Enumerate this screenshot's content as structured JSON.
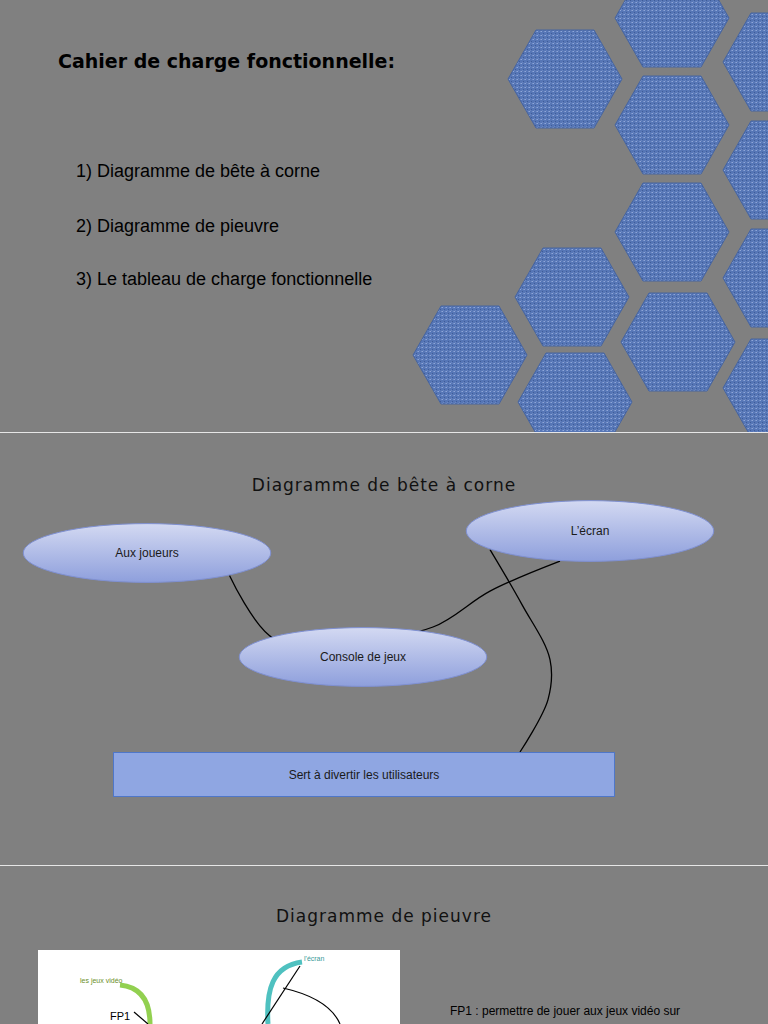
{
  "diagram": {
    "title": "Cahier de charge fonctionnelle:",
    "nodes": [
      {
        "text": [
          "Aux joueurs"
        ]
      },
      {
        "text": [
          "L’écran"
        ]
      },
      {
        "text": [
          "Console de jeux"
        ]
      },
      {
        "text": [
          "Sert à divertir les utilisateurs"
        ]
      }
    ],
    "edges": [
      {
        "from": 0,
        "to": 1,
        "arrow": "none"
      },
      {
        "from": 1,
        "to": 3,
        "arrow": "none"
      }
    ],
    "labels": [
      "1) Diagramme de bête à corne",
      "2) Diagramme de pieuvre",
      "3) Le tableau de charge fonctionnelle",
      "Diagramme de bête à corne",
      "Diagramme de pieuvre",
      "les jeux vidéo",
      "l'écran",
      "FP1",
      "FP1 : permettre de jouer aux jeux vidéo sur"
    ]
  }
}
